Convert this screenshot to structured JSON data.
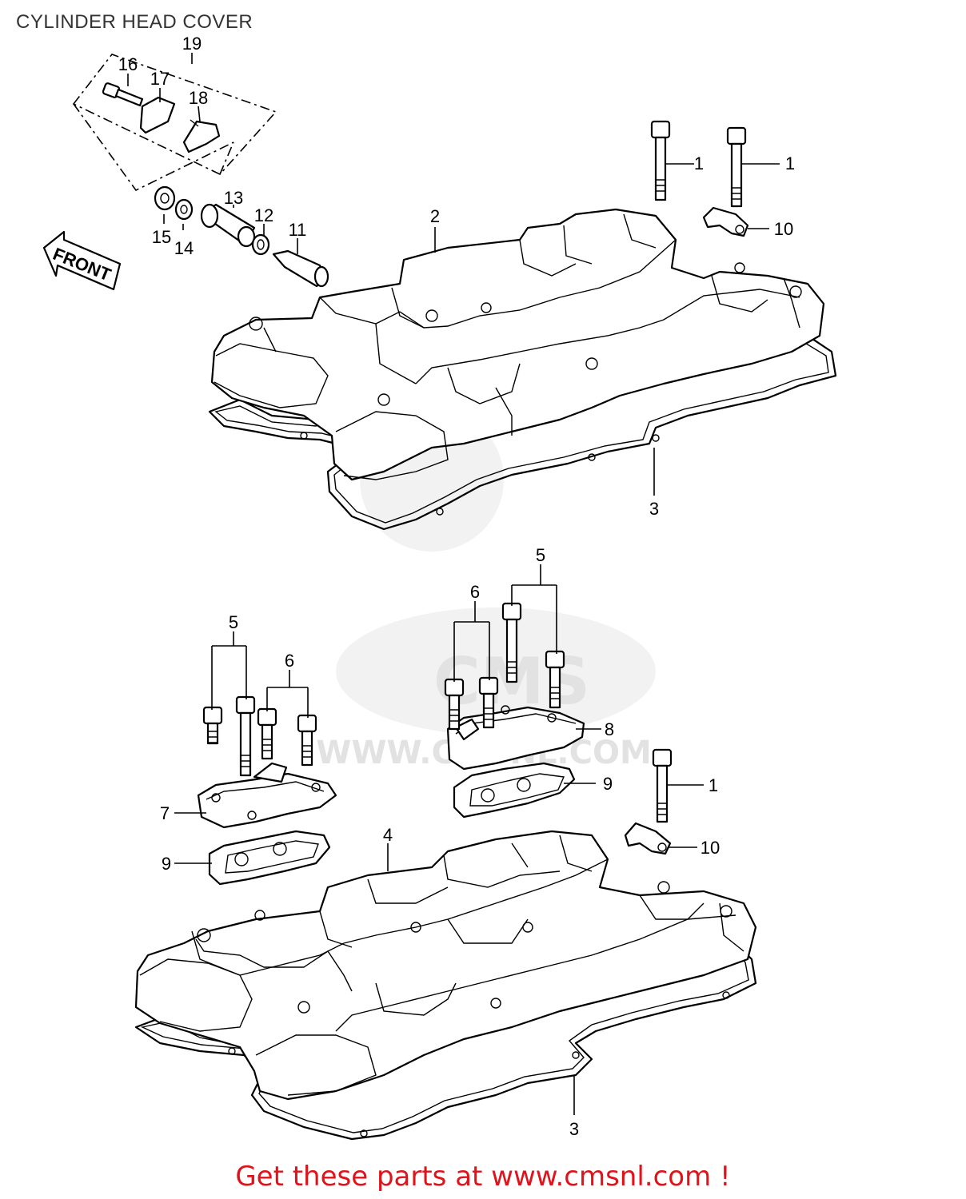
{
  "title": "CYLINDER HEAD COVER",
  "front_arrow": "FRONT",
  "watermark": {
    "logo": "CMS",
    "url": "WWW.CMSNL.COM"
  },
  "footer": "Get these parts at www.cmsnl.com !",
  "callouts": {
    "c1a": "1",
    "c1b": "1",
    "c1c": "1",
    "c2": "2",
    "c3a": "3",
    "c3b": "3",
    "c4": "4",
    "c5a": "5",
    "c5b": "5",
    "c6a": "6",
    "c6b": "6",
    "c7": "7",
    "c8": "8",
    "c9a": "9",
    "c9b": "9",
    "c10a": "10",
    "c10b": "10",
    "c11": "11",
    "c12": "12",
    "c13": "13",
    "c14": "14",
    "c15": "15",
    "c16": "16",
    "c17": "17",
    "c18": "18",
    "c19": "19"
  }
}
